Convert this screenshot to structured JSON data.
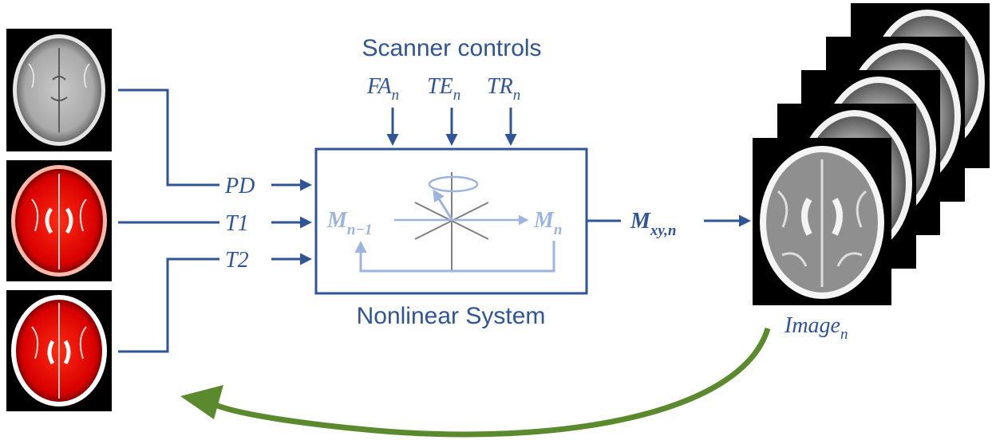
{
  "scanner_controls": {
    "title": "Scanner controls",
    "params": [
      {
        "base": "FA",
        "sub": "n"
      },
      {
        "base": "TE",
        "sub": "n"
      },
      {
        "base": "TR",
        "sub": "n"
      }
    ]
  },
  "inputs": [
    {
      "label": "PD",
      "map": "proton-density-map"
    },
    {
      "label": "T1",
      "map": "t1-map"
    },
    {
      "label": "T2",
      "map": "t2-map"
    }
  ],
  "system": {
    "caption": "Nonlinear System",
    "state_prev": {
      "base": "M",
      "sub": "n−1"
    },
    "state_next": {
      "base": "M",
      "sub": "n"
    }
  },
  "output": {
    "base": "M",
    "sub": "xy,n"
  },
  "image": {
    "base": "Image",
    "sub": "n",
    "stack_count": 5
  },
  "colors": {
    "primary": "#2f5597",
    "light": "#9db3e0",
    "feedback": "#5b8a2e",
    "pd_tint": "#b8b8b8",
    "t1_tint": "#e60000",
    "t2_tint": "#e60000"
  },
  "icons": {
    "rotation": "rotation-arrow-icon",
    "axes": "magnetization-axes-icon"
  }
}
